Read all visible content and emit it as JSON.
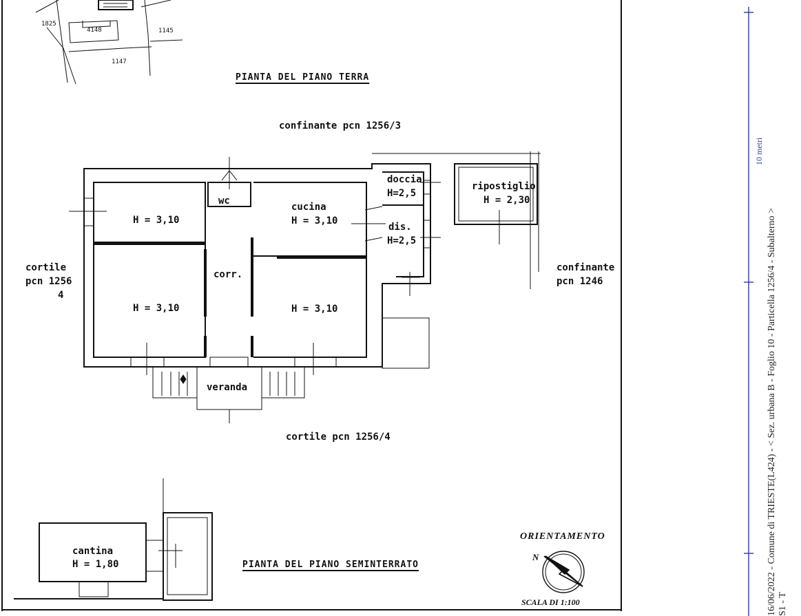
{
  "plan": {
    "title_ground": "PIANTA DEL PIANO TERRA",
    "title_basement": "PIANTA DEL PIANO SEMINTERRATO",
    "neighbor_top": "confinante pcn 1256/3",
    "neighbor_right_line1": "confinante",
    "neighbor_right_line2": "pcn 1246",
    "courtyard_left_line1": "cortile",
    "courtyard_left_line2": "pcn 1256",
    "courtyard_left_line3": "4",
    "courtyard_bottom": "cortile pcn 1256/4",
    "orientation": "ORIENTAMENTO",
    "north": "N",
    "scale": "SCALA DI 1:100"
  },
  "rooms": {
    "room_nw_h": "H = 3,10",
    "wc": "wc",
    "kitchen": "cucina",
    "kitchen_h": "H = 3,10",
    "shower": "doccia",
    "shower_h": "H=2,5",
    "storage": "ripostiglio",
    "storage_h": "H = 2,30",
    "hall": "dis.",
    "hall_h": "H=2,5",
    "corridor": "corr.",
    "room_sw_h": "H = 3,10",
    "room_se_h": "H = 3,10",
    "veranda": "veranda",
    "cellar": "cantina",
    "cellar_h": "H = 1,80"
  },
  "map": {
    "p1825": "1825",
    "p4148": "4148",
    "p1145": "1145",
    "p1147": "1147"
  },
  "side": {
    "line1": "16/06/2022 - Comune di TRIESTE(L424) - < Sez. urbana B - Foglio 10 - Particella 1256/4 - Subalterno >",
    "line2": "S1 - T",
    "scale_bar": "10 metri"
  },
  "colors": {
    "ink": "#111111",
    "scale_bar": "#2b3aa0"
  }
}
